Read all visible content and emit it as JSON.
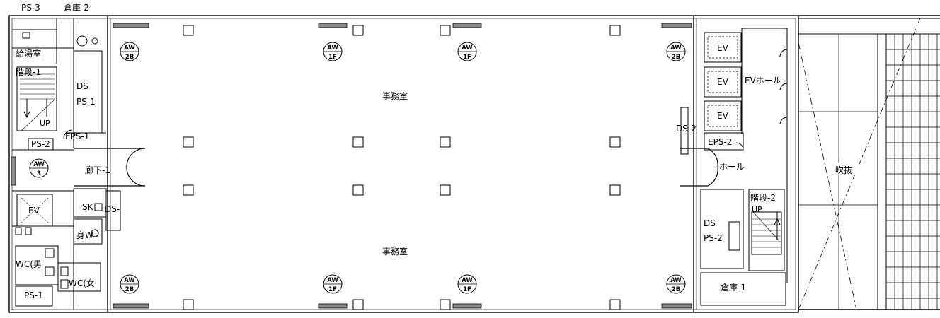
{
  "labels": {
    "ps3": "PS-3",
    "soko2": "倉庫-2",
    "kyuto": "給湯室",
    "kaidan1": "階段-1",
    "up1": "UP",
    "ds_ps1_a": "DS",
    "ds_ps1_b": "PS-1",
    "eps1": "EPS-1",
    "ps2_left": "PS-2",
    "roka1": "廊下-1",
    "sk": "SK",
    "ds_small": "DS-",
    "mi": "身W",
    "wc_m": "WC(男",
    "wc_f": "WC(女",
    "ps1_bottom": "PS-1",
    "ev_left": "EV",
    "jimu_top": "事務室",
    "jimu_bottom": "事務室",
    "ev_r1": "EV",
    "ev_r2": "EV",
    "ev_r3": "EV",
    "ev_hall": "EVホール",
    "ds2": "DS-2",
    "eps2": "EPS-2",
    "hall": "ホール",
    "kaidan2": "階段-2",
    "up2": "UP",
    "ds_ps2_a": "DS",
    "ds_ps2_b": "PS-2",
    "soko1": "倉庫-1",
    "fukinuke": "吹抜"
  },
  "window_tags": {
    "aw2b_tl": {
      "top": "AW",
      "bottom": "2B"
    },
    "aw1f_t1": {
      "top": "AW",
      "bottom": "1F"
    },
    "aw1f_t2": {
      "top": "AW",
      "bottom": "1F"
    },
    "aw2b_tr": {
      "top": "AW",
      "bottom": "2B"
    },
    "aw2b_bl": {
      "top": "AW",
      "bottom": "2B"
    },
    "aw1f_b1": {
      "top": "AW",
      "bottom": "1F"
    },
    "aw1f_b2": {
      "top": "AW",
      "bottom": "1F"
    },
    "aw2b_br": {
      "top": "AW",
      "bottom": "2B"
    },
    "aw3_left": {
      "top": "AW",
      "bottom": "3"
    }
  },
  "colors": {
    "line": "#000000",
    "hatch": "#8a8a8a",
    "background": "#ffffff"
  }
}
